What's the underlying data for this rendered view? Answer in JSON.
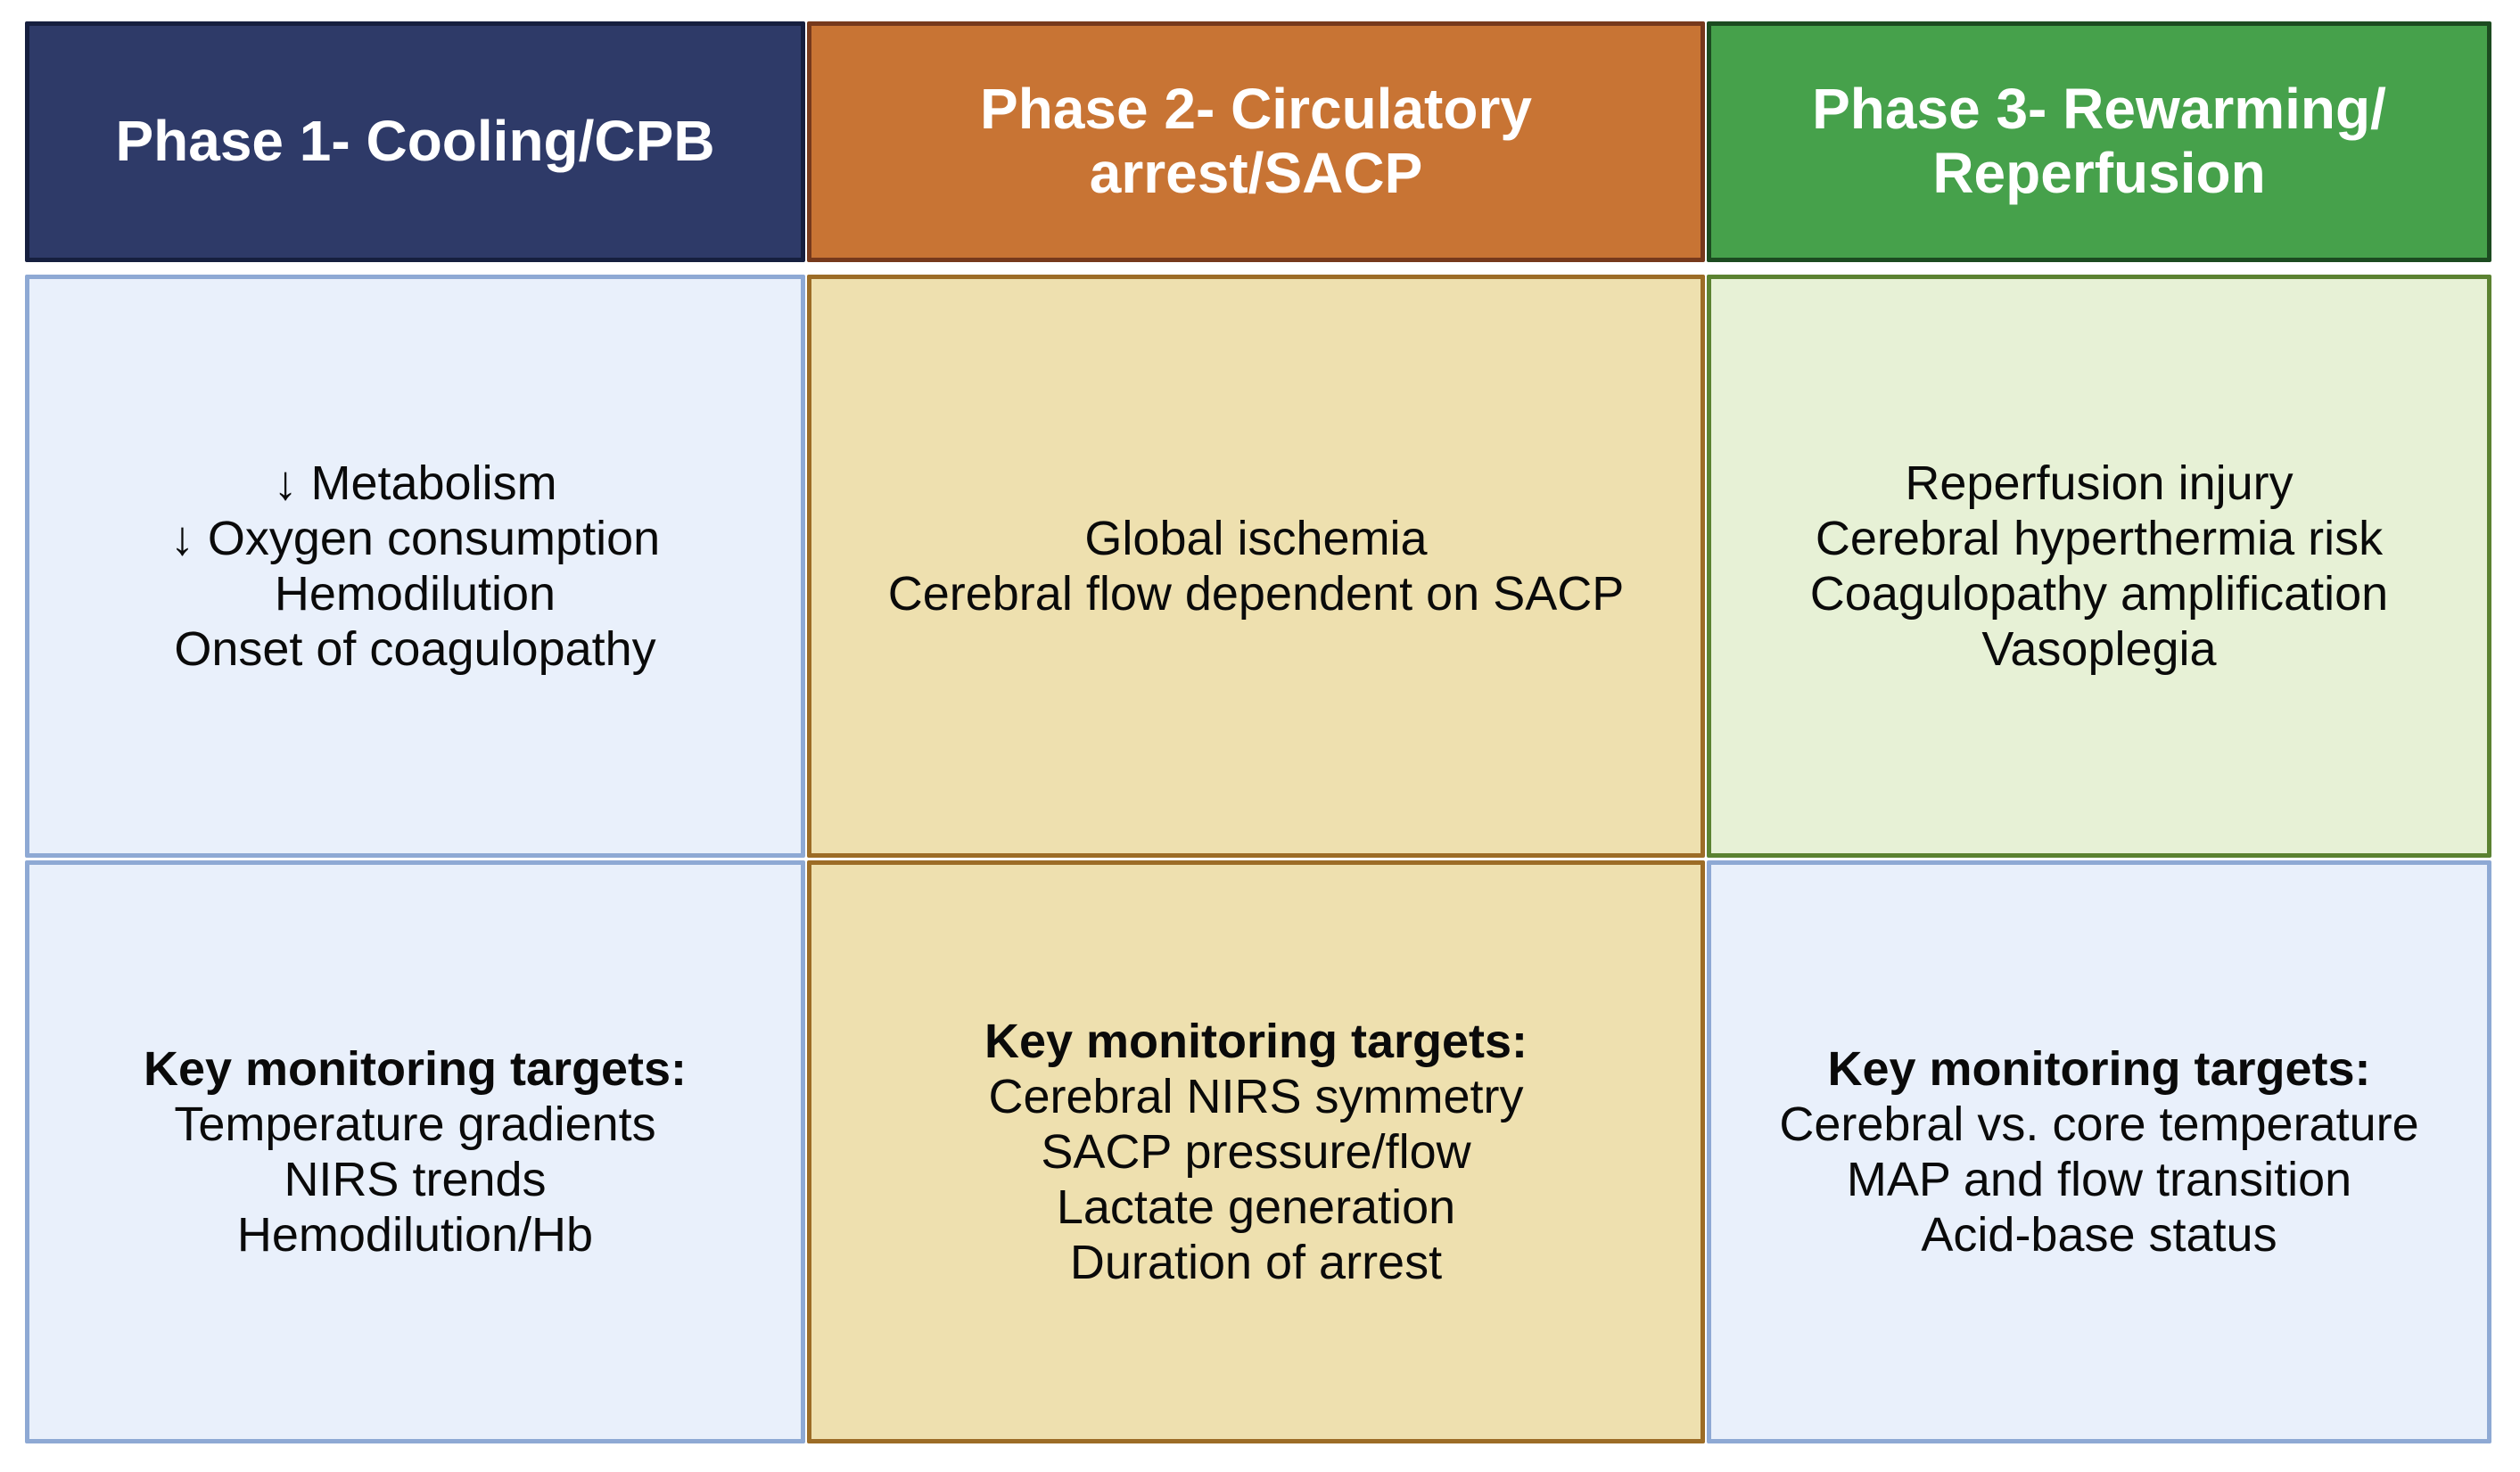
{
  "figure": {
    "title": "Three-phase deep hypothermic circulatory arrest comparison table",
    "columns": [
      {
        "header": {
          "lines": [
            "Phase 1- Cooling/CPB"
          ],
          "bg": "#2e3a68",
          "border": "#161f3f",
          "text_color": "#ffffff"
        },
        "characteristics": {
          "bg": "#e9f0fb",
          "border": "#8ea9d4",
          "lines": [
            "↓ Metabolism",
            "↓ Oxygen consumption",
            "Hemodilution",
            "Onset of coagulopathy"
          ]
        },
        "monitoring": {
          "bg": "#e9f0fb",
          "border": "#8ea9d4",
          "heading": "Key monitoring targets:",
          "lines": [
            "Temperature gradients",
            "NIRS trends",
            "Hemodilution/Hb"
          ]
        }
      },
      {
        "header": {
          "lines": [
            "Phase 2- Circulatory",
            "arrest/SACP"
          ],
          "bg": "#c87434",
          "border": "#76391c",
          "text_color": "#ffffff"
        },
        "characteristics": {
          "bg": "#eee0af",
          "border": "#9c6c26",
          "lines": [
            "Global ischemia",
            "Cerebral flow dependent on SACP"
          ]
        },
        "monitoring": {
          "bg": "#eee0af",
          "border": "#9c6c26",
          "heading": "Key monitoring targets:",
          "lines": [
            "Cerebral NIRS symmetry",
            "SACP pressure/flow",
            "Lactate generation",
            "Duration of arrest"
          ]
        }
      },
      {
        "header": {
          "lines": [
            "Phase 3- Rewarming/",
            "Reperfusion"
          ],
          "bg": "#46a14b",
          "border": "#1c4b20",
          "text_color": "#ffffff"
        },
        "characteristics": {
          "bg": "#e7f1d6",
          "border": "#5b8231",
          "lines": [
            "Reperfusion injury",
            "Cerebral hyperthermia risk",
            "Coagulopathy amplification",
            "Vasoplegia"
          ]
        },
        "monitoring": {
          "bg": "#e9f0fb",
          "border": "#8ea9d4",
          "heading": "Key monitoring targets:",
          "lines": [
            "Cerebral vs. core temperature",
            "MAP and flow transition",
            "Acid-base status"
          ]
        }
      }
    ]
  }
}
